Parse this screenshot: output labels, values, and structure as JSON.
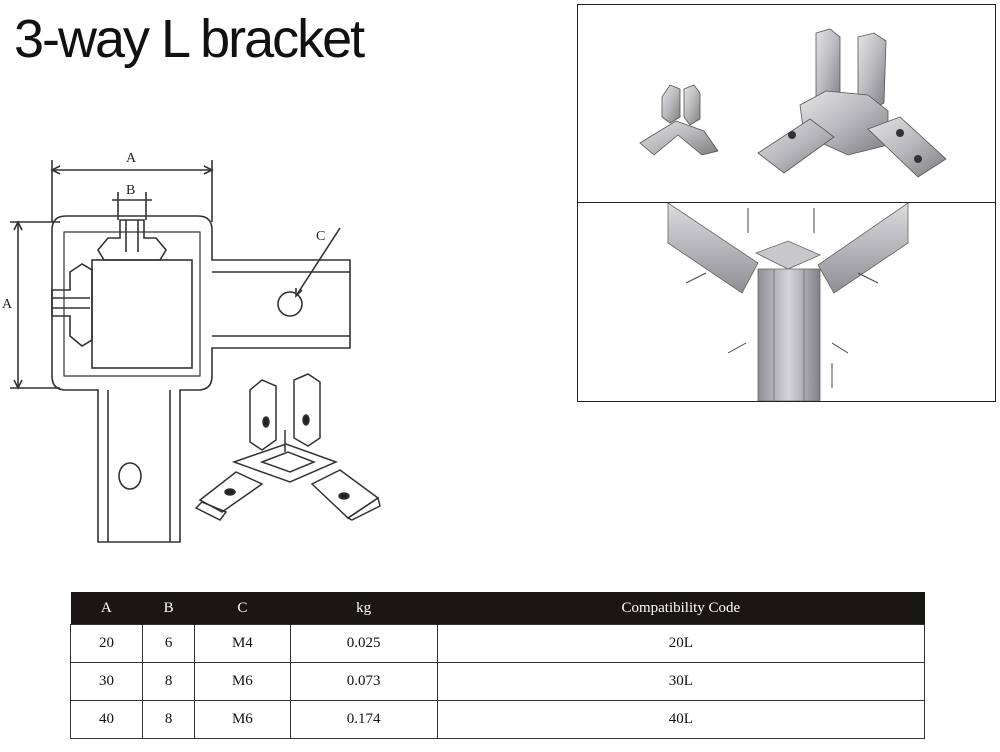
{
  "title": "3-way L bracket",
  "drawing": {
    "label_a_top": "A",
    "label_b": "B",
    "label_c": "C",
    "label_a_side": "A"
  },
  "table": {
    "headers": [
      "A",
      "B",
      "C",
      "kg",
      "Compatibility Code"
    ],
    "rows": [
      [
        "20",
        "6",
        "M4",
        "0.025",
        "20L"
      ],
      [
        "30",
        "8",
        "M6",
        "0.073",
        "30L"
      ],
      [
        "40",
        "8",
        "M6",
        "0.174",
        "40L"
      ]
    ]
  },
  "colors": {
    "header_bg": "#1b1616",
    "metal": "#b9b9bd"
  }
}
